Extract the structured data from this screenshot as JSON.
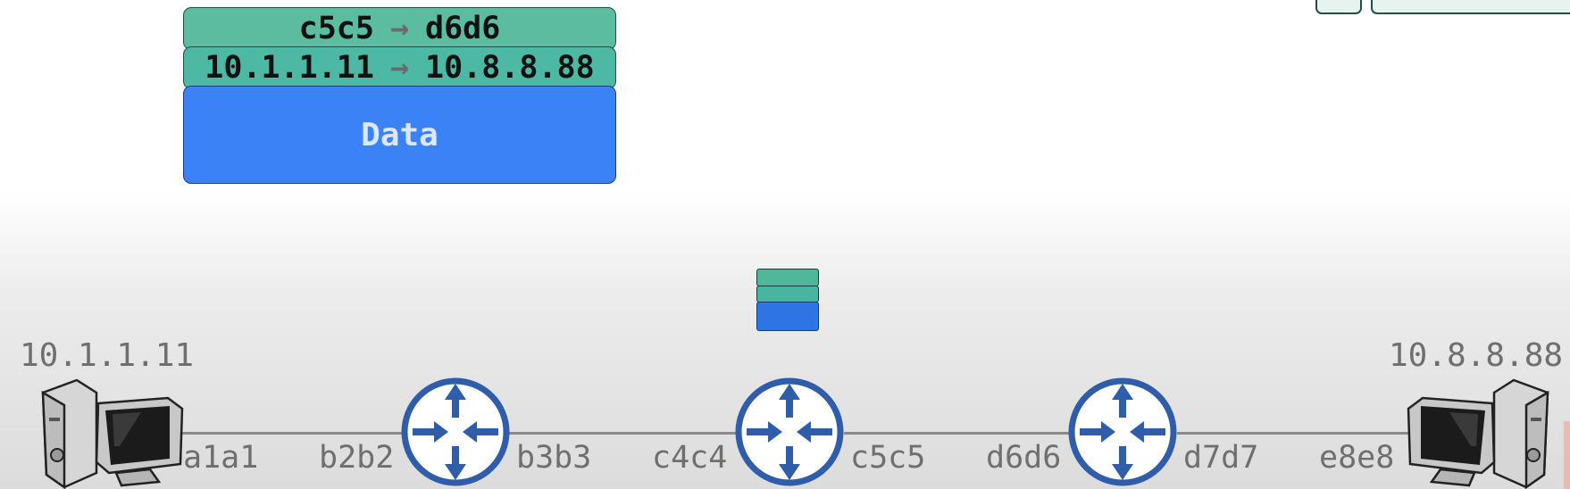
{
  "packet": {
    "layer2": {
      "src": "c5c5",
      "dst": "d6d6"
    },
    "layer3": {
      "src": "10.1.1.11",
      "dst": "10.8.8.88"
    },
    "payload": "Data",
    "colors": {
      "l2": "#5bbca0",
      "l3": "#4db8a3",
      "data": "#3b82f6"
    }
  },
  "arrow_glyph": "→",
  "topology": {
    "hosts": [
      {
        "ip": "10.1.1.11",
        "icon": "desktop-computer-icon"
      },
      {
        "ip": "10.8.8.88",
        "icon": "desktop-computer-icon"
      }
    ],
    "routers": [
      {
        "icon": "router-icon"
      },
      {
        "icon": "router-icon"
      },
      {
        "icon": "router-icon"
      }
    ],
    "interfaces": [
      "a1a1",
      "b2b2",
      "b3b3",
      "c4c4",
      "c5c5",
      "d6d6",
      "d7d7",
      "e8e8"
    ],
    "link_color": "#8a8a8a",
    "router_color": "#2f5daa"
  }
}
